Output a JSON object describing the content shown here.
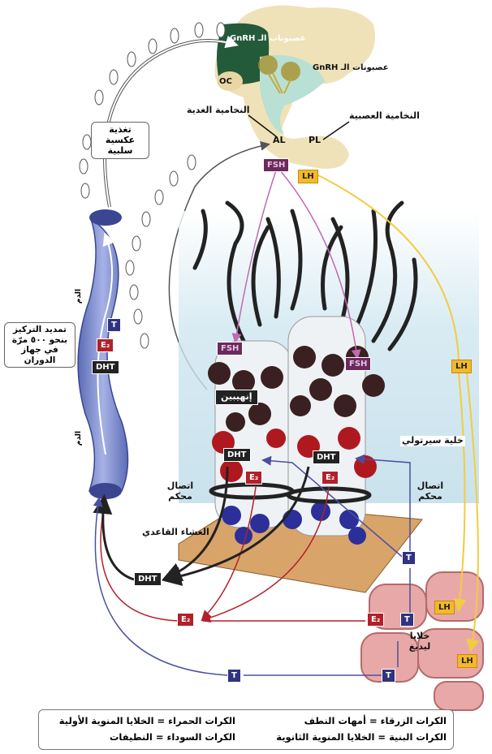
{
  "hypothalamus": {
    "gnrh_neurons_1": "عصبونات الـ GnRH",
    "gnrh_neurons_2": "عصبونات الـ GnRH",
    "oc": "OC"
  },
  "pituitary": {
    "al": "AL",
    "pl": "PL",
    "anterior_label": "النخامية الغدية",
    "posterior_label": "النخامية العصبية"
  },
  "feedback": {
    "label": "تغذية عكسية سلبية"
  },
  "circulation": {
    "concentration_note": "تمديد التركيز بنحو ٥٠٠ مرّة في جهاز الدوران",
    "blood_top": "الدم",
    "blood_bottom": "الدم"
  },
  "hormones": {
    "fsh": "FSH",
    "lh": "LH",
    "dht": "DHT",
    "e2": "E₂",
    "t": "T"
  },
  "tubule": {
    "inhibin": "إنهيبين",
    "sertoli_cell": "خلية سيرتولي",
    "tight_junction_left": "اتصال محكم",
    "tight_junction_right": "اتصال محكم",
    "basement_membrane": "الغشاء القاعدي"
  },
  "leydig": {
    "label": "خلايا ليديغ"
  },
  "legend": {
    "blue": "الكرات الزرقاء = أمهات النطف",
    "red": "الكرات الحمراء = الخلايا المنوية الأولية",
    "brown": "الكرات البنية = الخلايا المنوية الثانوية",
    "black": "الكرات السوداء = النطيفات"
  },
  "colors": {
    "fsh": "#6b2a5c",
    "lh": "#f2b92e",
    "dht": "#222222",
    "e2": "#b3202a",
    "t": "#2f3380",
    "vessel": "#7f8fd0"
  }
}
